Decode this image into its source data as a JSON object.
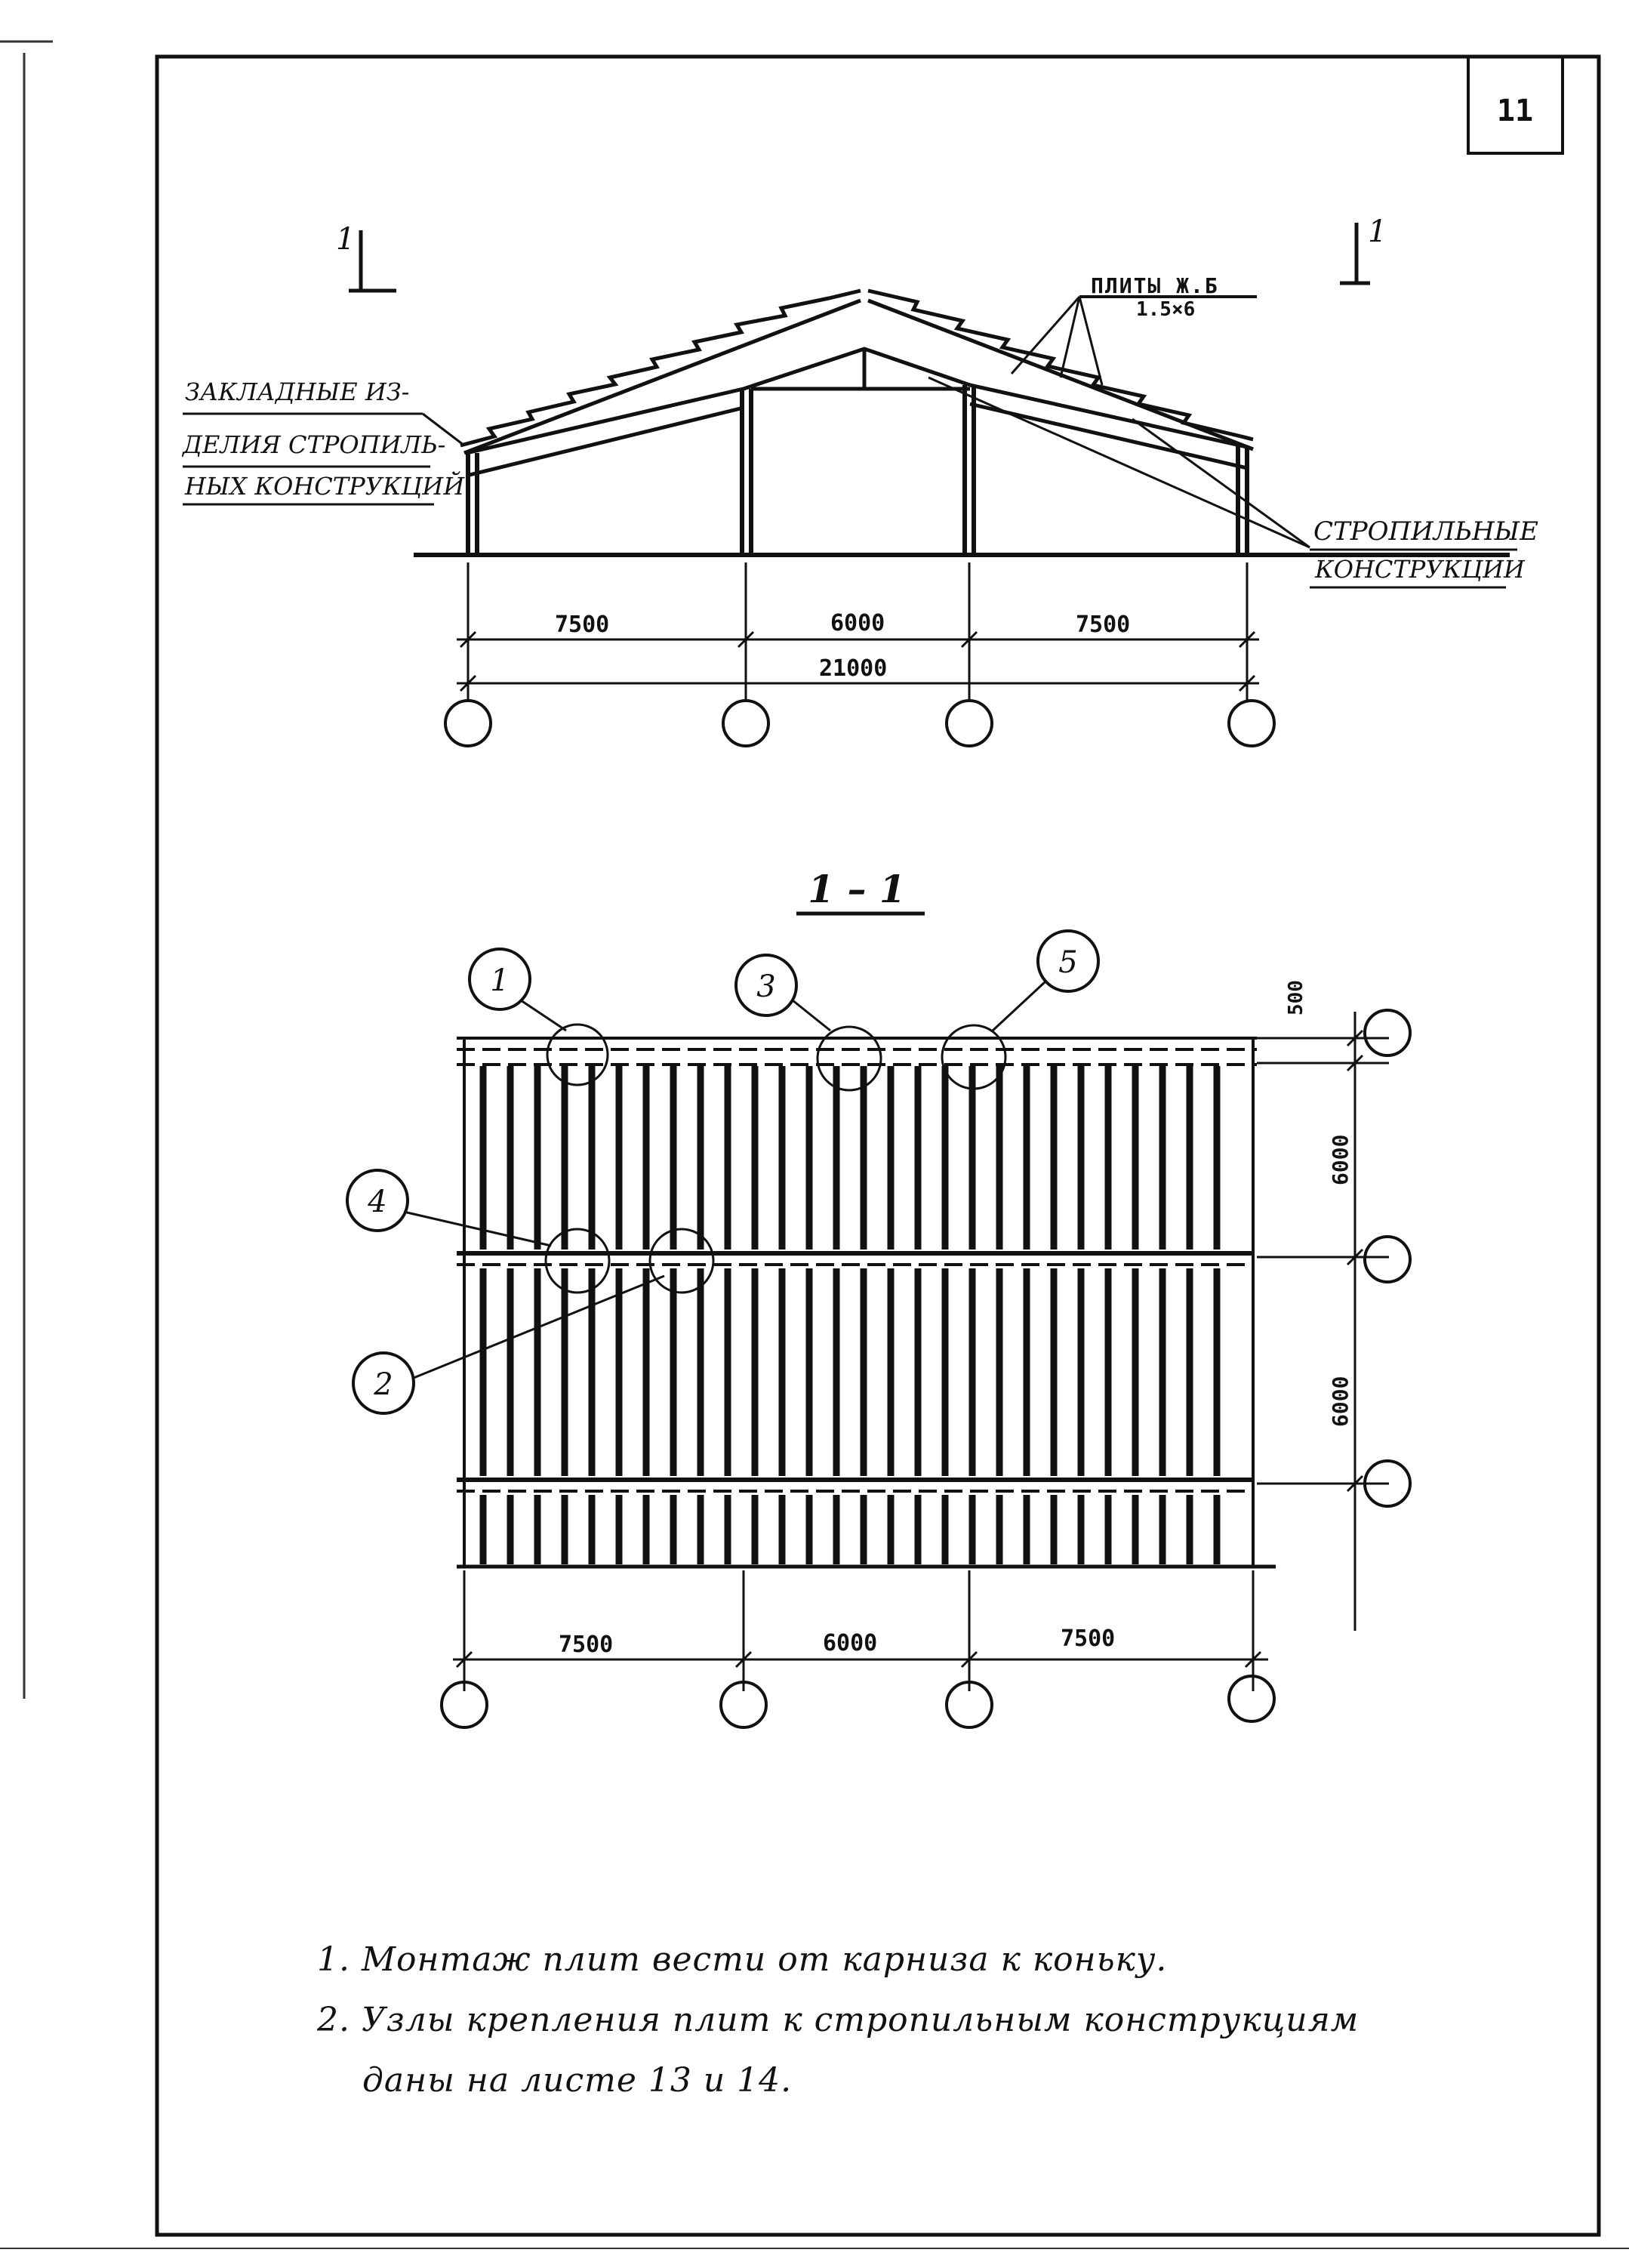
{
  "sheet": {
    "number": "11"
  },
  "elevation": {
    "section_mark_left": "1",
    "section_mark_right": "1",
    "label_slabs": [
      "ПЛИТЫ Ж.Б",
      "1.5×6"
    ],
    "label_embedded": [
      "ЗАКЛАДНЫЕ ИЗ-",
      "ДЕЛИЯ СТРОПИЛЬ-",
      "НЫХ КОНСТРУКЦИЙ"
    ],
    "label_rafters": [
      "СТРОПИЛЬНЫЕ",
      "КОНСТРУКЦИИ"
    ],
    "dims": [
      "7500",
      "6000",
      "7500"
    ],
    "total": "21000"
  },
  "plan": {
    "title": "1 – 1",
    "callouts": [
      "1",
      "2",
      "3",
      "4",
      "5"
    ],
    "dims_bottom": [
      "7500",
      "6000",
      "7500"
    ],
    "dims_right": [
      "500",
      "6000",
      "6000"
    ]
  },
  "notes": [
    "1. Монтаж плит вести от карниза к коньку.",
    "2. Узлы крепления плит к стропильным конструкциям",
    "даны на листе 13 и 14."
  ]
}
